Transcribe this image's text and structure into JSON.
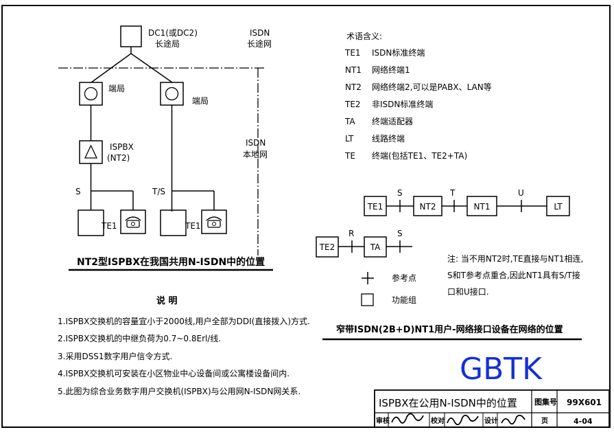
{
  "left_diagram": {
    "dc_label_1": "DC1(或DC2)",
    "dc_label_2": "长途局",
    "isdn_long_1": "ISDN",
    "isdn_long_2": "长途网",
    "office_left": "端局",
    "office_right": "端局",
    "ispbx_1": "ISPBX",
    "ispbx_2": "(NT2)",
    "isdn_local_1": "ISDN",
    "isdn_local_2": "本地网",
    "ref_s": "S",
    "ref_ts": "T/S",
    "te1_left": "TE1",
    "te1_right": "TE1",
    "caption": "NT2型ISPBX在我国共用N-ISDN中的位置"
  },
  "terms": {
    "title": "术语含义:",
    "items": [
      {
        "abbr": "TE1",
        "desc": "ISDN标准终端"
      },
      {
        "abbr": "NT1",
        "desc": "网络终端1"
      },
      {
        "abbr": "NT2",
        "desc": "网络终端2,可以是PABX、LAN等"
      },
      {
        "abbr": "TE2",
        "desc": "非ISDN标准终端"
      },
      {
        "abbr": "TA",
        "desc": "终端适配器"
      },
      {
        "abbr": "LT",
        "desc": "线路终端"
      },
      {
        "abbr": "TE",
        "desc": "终端(包括TE1、TE2+TA)"
      }
    ]
  },
  "right_diagram": {
    "te1": "TE1",
    "nt2": "NT2",
    "nt1": "NT1",
    "lt": "LT",
    "te2": "TE2",
    "ta": "TA",
    "ref_s": "S",
    "ref_t": "T",
    "ref_u": "U",
    "ref_r": "R",
    "legend_ref": "参考点",
    "legend_func": "功能组",
    "note_1": "注: 当不用NT2时,TE直接与NT1相连,",
    "note_2": "S和T参考点重合,因此NT1具有S/T接",
    "note_3": "口和U接口.",
    "caption": "窄带ISDN(2B+D)NT1用户-网络接口设备在网络的位置"
  },
  "notes": {
    "title": "说 明",
    "items": [
      "1.ISPBX交换机的容量宜小于2000线,用户全部为DDI(直接拨入)方式.",
      "2.ISPBX交换机的中继负荷为0.7~0.8Erl/线.",
      "3.采用DSS1数字用户信令方式.",
      "4.ISPBX交换机可安装在小区物业中心设备间或公寓楼设备间内.",
      "5.此图为综合业务数字用户交换机(ISPBX)与公用网N-ISDN网关系."
    ]
  },
  "watermark": "GBTK",
  "title_block": {
    "title": "ISPBX在公用N-ISDN中的位置",
    "atlas_label": "图集号",
    "atlas_no": "99X601",
    "review": "审核",
    "check": "校对",
    "design": "设计",
    "page_label": "页",
    "page_no": "4-04"
  },
  "colors": {
    "line": "#000000",
    "watermark": "#1430d8"
  }
}
